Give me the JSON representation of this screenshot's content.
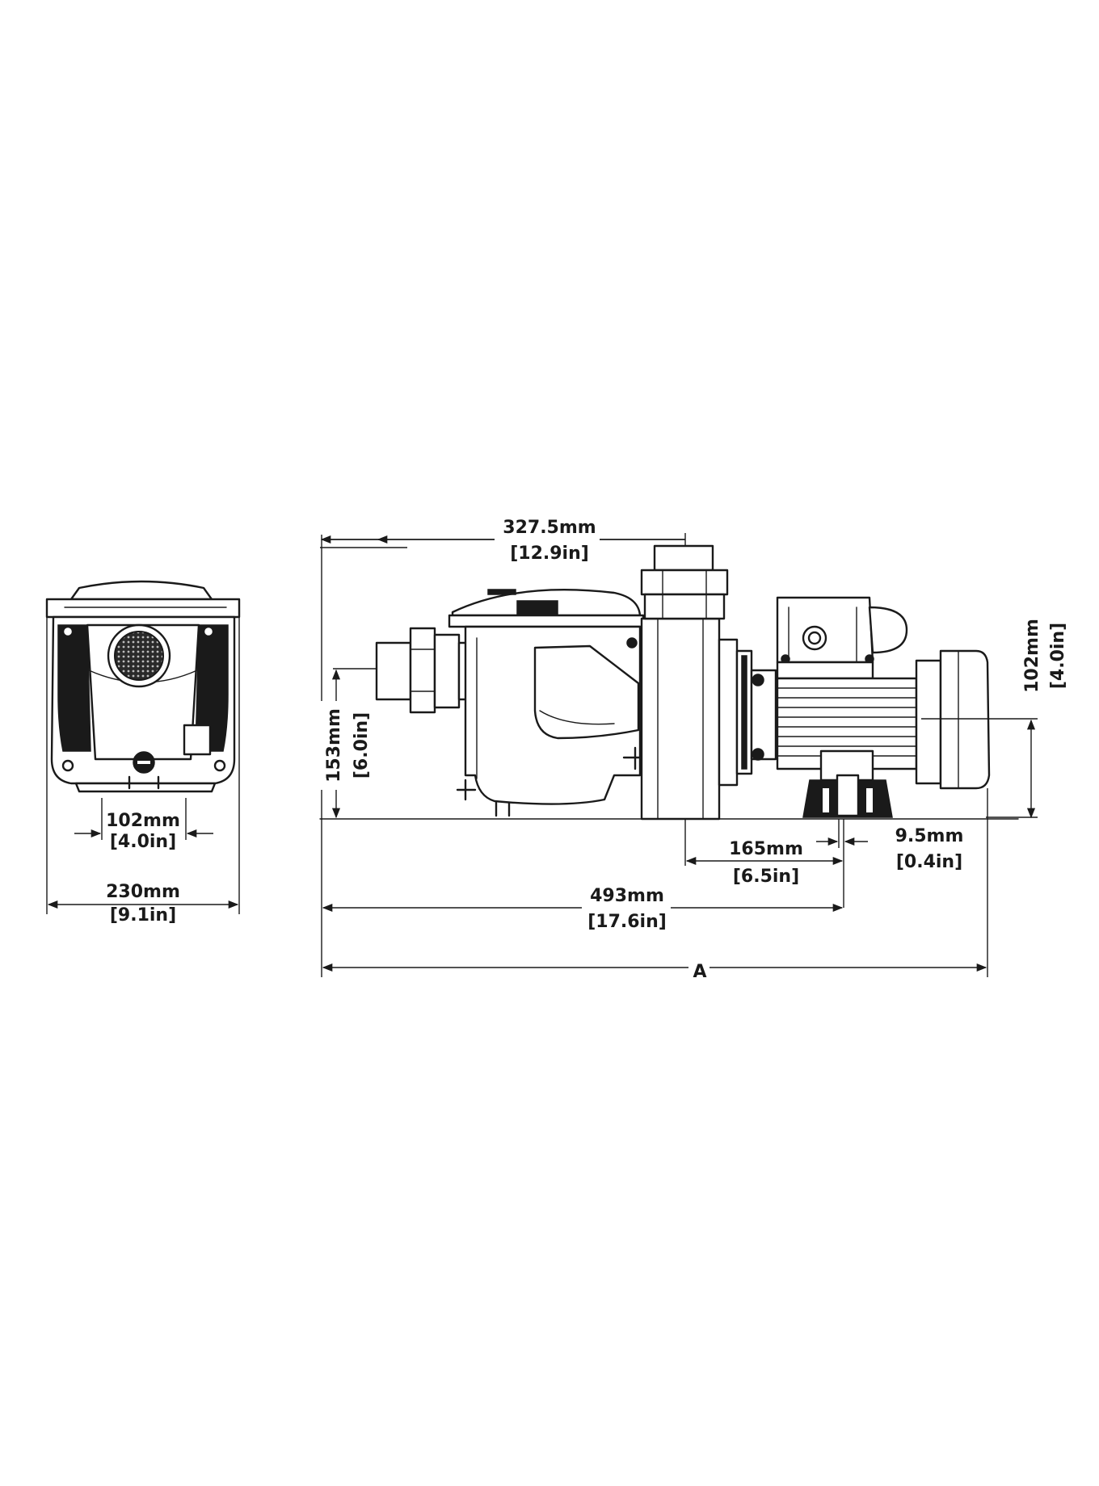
{
  "dimensions": {
    "front_width_mm": "230mm",
    "front_width_in": "[9.1in]",
    "front_port_mm": "102mm",
    "front_port_in": "[4.0in]",
    "top_mm": "327.5mm",
    "top_in": "[12.9in]",
    "inlet_height_mm": "153mm",
    "inlet_height_in": "[6.0in]",
    "right_height_mm": "102mm",
    "right_height_in": "[4.0in]",
    "base_165_mm": "165mm",
    "base_165_in": "[6.5in]",
    "bolt_mm": "9.5mm",
    "bolt_in": "[0.4in]",
    "length_493_mm": "493mm",
    "length_493_in": "[17.6in]",
    "overall_label": "A"
  },
  "colors": {
    "ink": "#1a1a1a",
    "background": "#ffffff",
    "shade": "#d8d8d8"
  }
}
